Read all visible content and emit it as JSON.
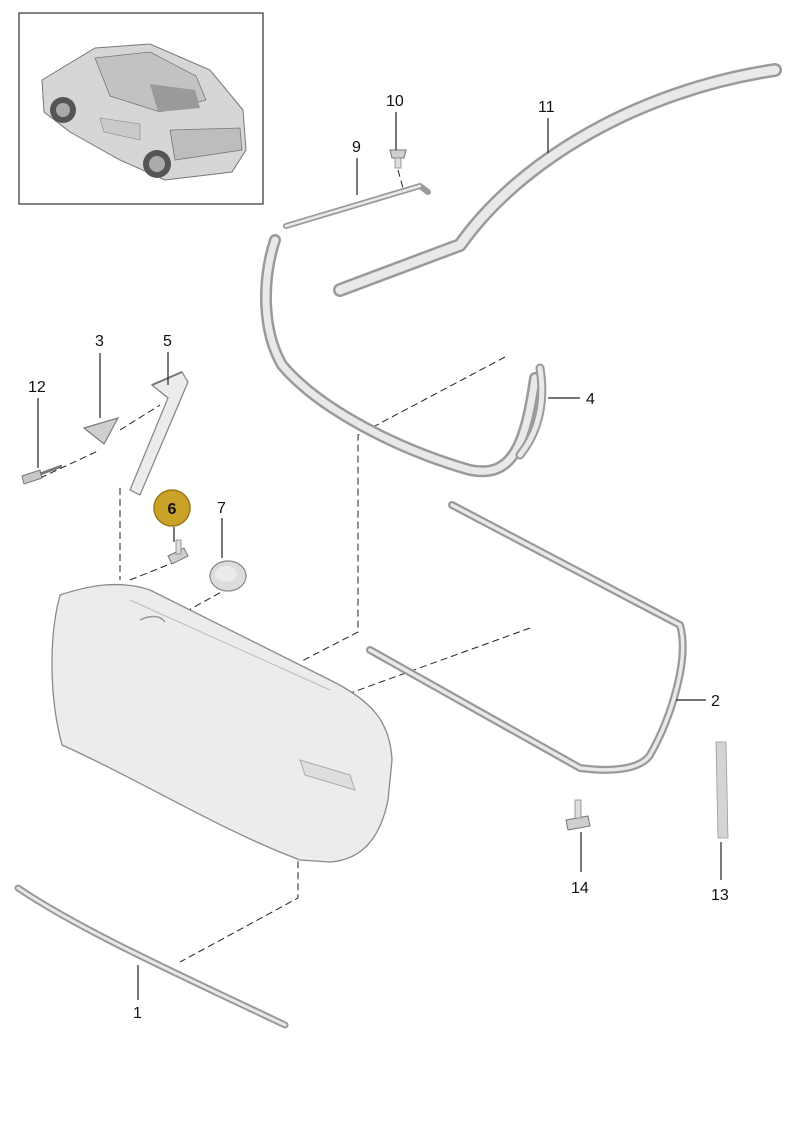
{
  "colors": {
    "highlight_fill": "#c9a227",
    "highlight_stroke": "#9a7a15",
    "highlight_text": "#ffffff",
    "part_fill": "#ececec",
    "part_stroke": "#8a8a8a"
  },
  "callouts": {
    "c1": "1",
    "c2": "2",
    "c3": "3",
    "c4": "4",
    "c5": "5",
    "c6": "6",
    "c7": "7",
    "c9": "9",
    "c10": "10",
    "c11": "11",
    "c12": "12",
    "c13": "13",
    "c14": "14"
  },
  "highlighted_part": "6"
}
